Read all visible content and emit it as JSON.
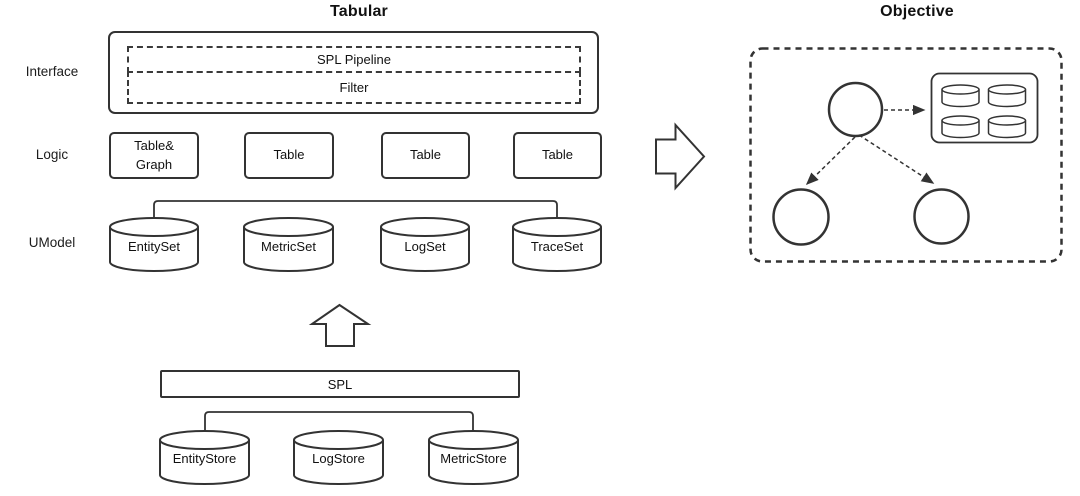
{
  "titles": {
    "tabular": "Tabular",
    "objective": "Objective"
  },
  "row_labels": {
    "interface": "Interface",
    "logic": "Logic",
    "umodel": "UModel"
  },
  "interface": {
    "pipeline": "SPL Pipeline",
    "filter": "Filter"
  },
  "logic_boxes": [
    "Table&\nGraph",
    "Table",
    "Table",
    "Table"
  ],
  "umodel_cylinders": [
    "EntitySet",
    "MetricSet",
    "LogSet",
    "TraceSet"
  ],
  "storage": {
    "spl": "SPL",
    "stores": [
      "EntityStore",
      "LogStore",
      "MetricStore"
    ]
  },
  "icons": {
    "up_arrow": "block-arrow-up",
    "right_arrow": "block-arrow-right",
    "database": "database-cylinder"
  },
  "colors": {
    "stroke": "#333333",
    "text": "#111111",
    "background": "#ffffff"
  }
}
